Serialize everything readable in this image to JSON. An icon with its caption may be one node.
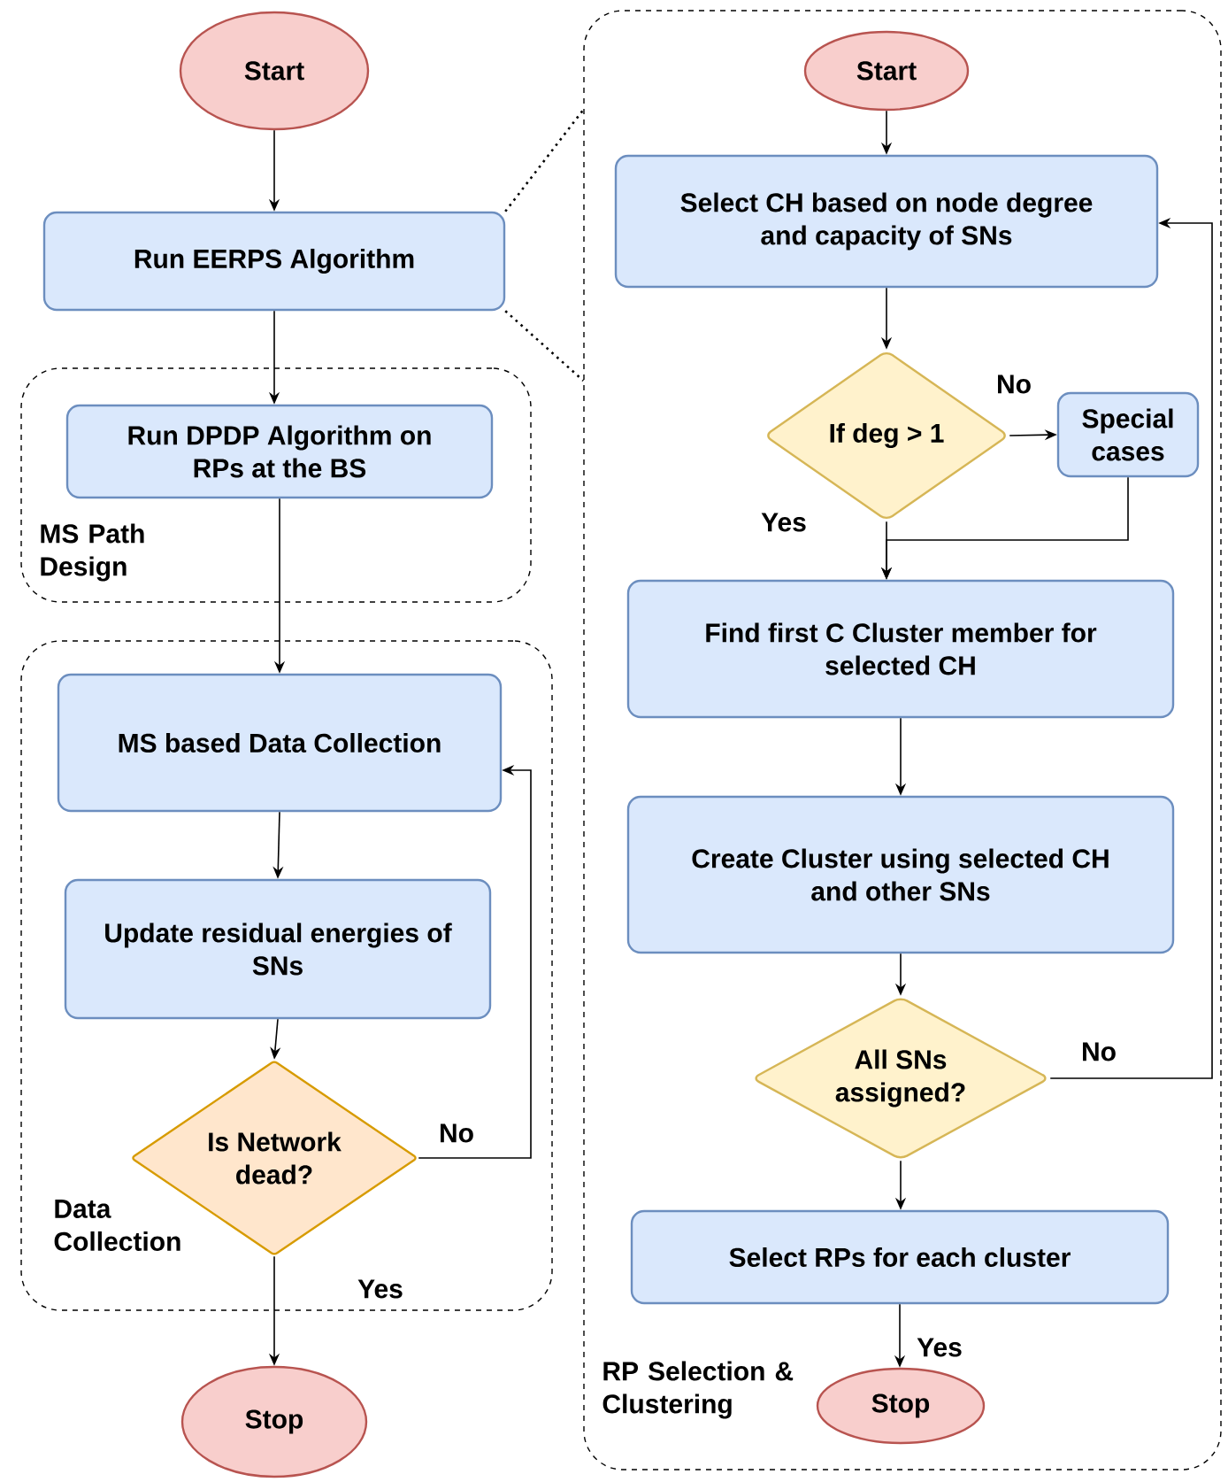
{
  "diagram": {
    "nodes": [
      {
        "text": [
          "Start"
        ]
      },
      {
        "text": [
          "Run EERPS Algorithm"
        ]
      },
      {
        "text": [
          "MS Path Design"
        ]
      },
      {
        "text": [
          "Run DPDP Algorithm on RPs at the BS"
        ],
        "in": 2
      },
      {
        "text": [
          "Data Collection"
        ]
      },
      {
        "text": [
          "MS based Data Collection"
        ],
        "in": 4
      },
      {
        "text": [
          "Update residual energies of SNs"
        ],
        "in": 4
      },
      {
        "text": [
          "Is Network dead?"
        ],
        "in": 4
      },
      {
        "text": [
          "Stop"
        ]
      },
      {
        "text": [
          "RP Selection & Clustering"
        ]
      },
      {
        "text": [
          "Start"
        ],
        "in": 9
      },
      {
        "text": [
          "Select CH based on node degree and capacity of SNs"
        ],
        "in": 9
      },
      {
        "text": [
          "If deg > 1"
        ],
        "in": 9
      },
      {
        "text": [
          "Special cases"
        ],
        "in": 9
      },
      {
        "text": [
          "Find first C Cluster member for selected CH"
        ],
        "in": 9
      },
      {
        "text": [
          "Create Cluster using selected CH and other SNs"
        ],
        "in": 9
      },
      {
        "text": [
          "All SNs assigned?"
        ],
        "in": 9
      },
      {
        "text": [
          "Select RPs for each cluster"
        ],
        "in": 9
      },
      {
        "text": [
          "Stop"
        ],
        "in": 9
      }
    ],
    "edges": [
      {
        "from": 0,
        "to": 1,
        "arrow": "to"
      },
      {
        "from": 1,
        "to": 3,
        "arrow": "to"
      },
      {
        "from": 3,
        "to": 5,
        "arrow": "to"
      },
      {
        "from": 5,
        "to": 6,
        "arrow": "to"
      },
      {
        "from": 6,
        "to": 7,
        "arrow": "to"
      },
      {
        "from": 7,
        "to": 5,
        "arrow": "to",
        "label": "No"
      },
      {
        "from": 7,
        "to": 8,
        "arrow": "to",
        "label": "Yes"
      },
      {
        "from": 1,
        "to": 9,
        "arrow": "none",
        "style": "dashed"
      },
      {
        "from": 1,
        "to": 9,
        "arrow": "none",
        "style": "dashed"
      },
      {
        "from": 10,
        "to": 11,
        "arrow": "to"
      },
      {
        "from": 11,
        "to": 12,
        "arrow": "to"
      },
      {
        "from": 12,
        "to": 13,
        "arrow": "to",
        "label": "No"
      },
      {
        "from": 12,
        "to": 14,
        "arrow": "to",
        "label": "Yes"
      },
      {
        "from": 13,
        "to": 14,
        "arrow": "to"
      },
      {
        "from": 14,
        "to": 15,
        "arrow": "to"
      },
      {
        "from": 15,
        "to": 16,
        "arrow": "to"
      },
      {
        "from": 16,
        "to": 11,
        "arrow": "to",
        "label": "No"
      },
      {
        "from": 16,
        "to": 17,
        "arrow": "to"
      },
      {
        "from": 17,
        "to": 18,
        "arrow": "to",
        "label": "Yes"
      }
    ]
  }
}
